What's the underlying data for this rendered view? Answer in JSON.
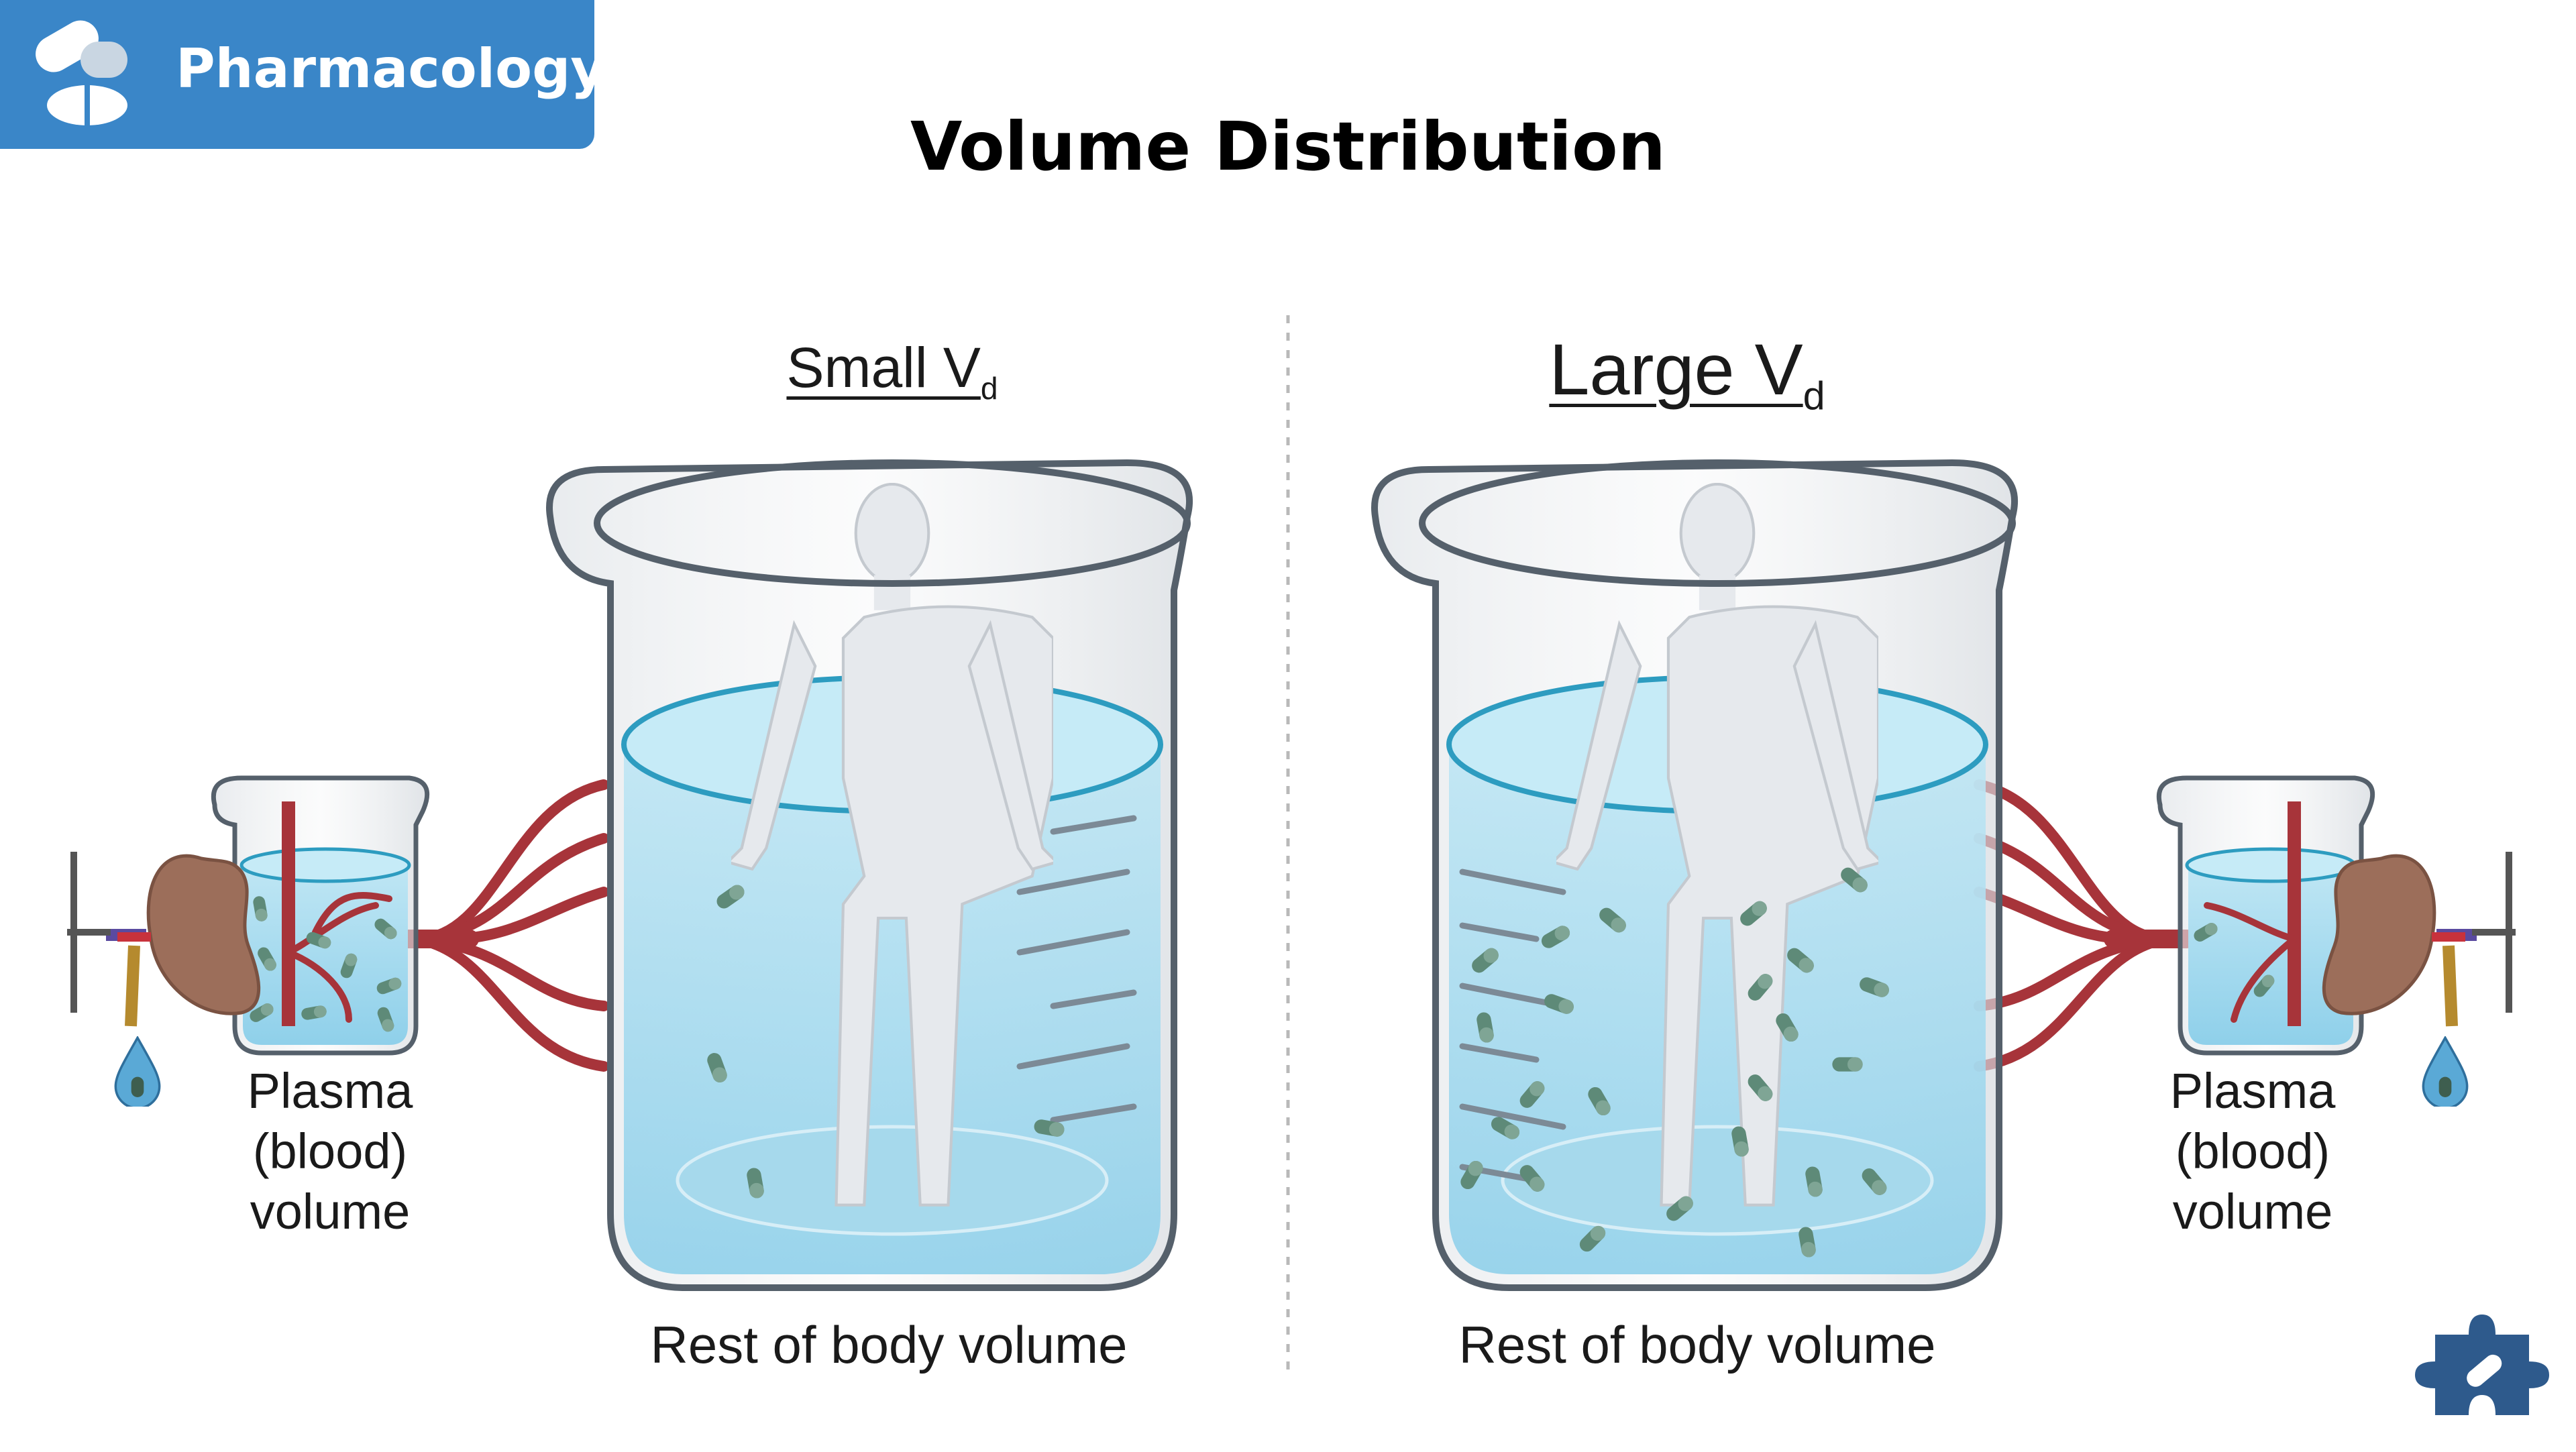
{
  "badge": {
    "label": "Pharmacology",
    "icon": "pills-icon",
    "color": "#3a86c8"
  },
  "title": "Volume Distribution",
  "panels": {
    "left": {
      "heading": "Small V",
      "heading_sub": "d",
      "plasma_lines": [
        "Plasma",
        "(blood)",
        "volume"
      ],
      "rest_label": "Rest of body volume",
      "drug_distribution": "mostly in plasma"
    },
    "right": {
      "heading": "Large V",
      "heading_sub": "d",
      "plasma_lines": [
        "Plasma",
        "(blood)",
        "volume"
      ],
      "rest_label": "Rest of body volume",
      "drug_distribution": "mostly in rest of body"
    }
  },
  "colors": {
    "water": "#9fd8ec",
    "water_edge": "#2d9cc0",
    "beaker_outline": "#55606b",
    "vessel": "#a7343a",
    "kidney": "#9c6e5a",
    "pill": "#5e8a78",
    "body": "#e6e9ed"
  },
  "corner_logo": {
    "icon": "puzzle-piece-icon",
    "color": "#2e5a8c"
  }
}
